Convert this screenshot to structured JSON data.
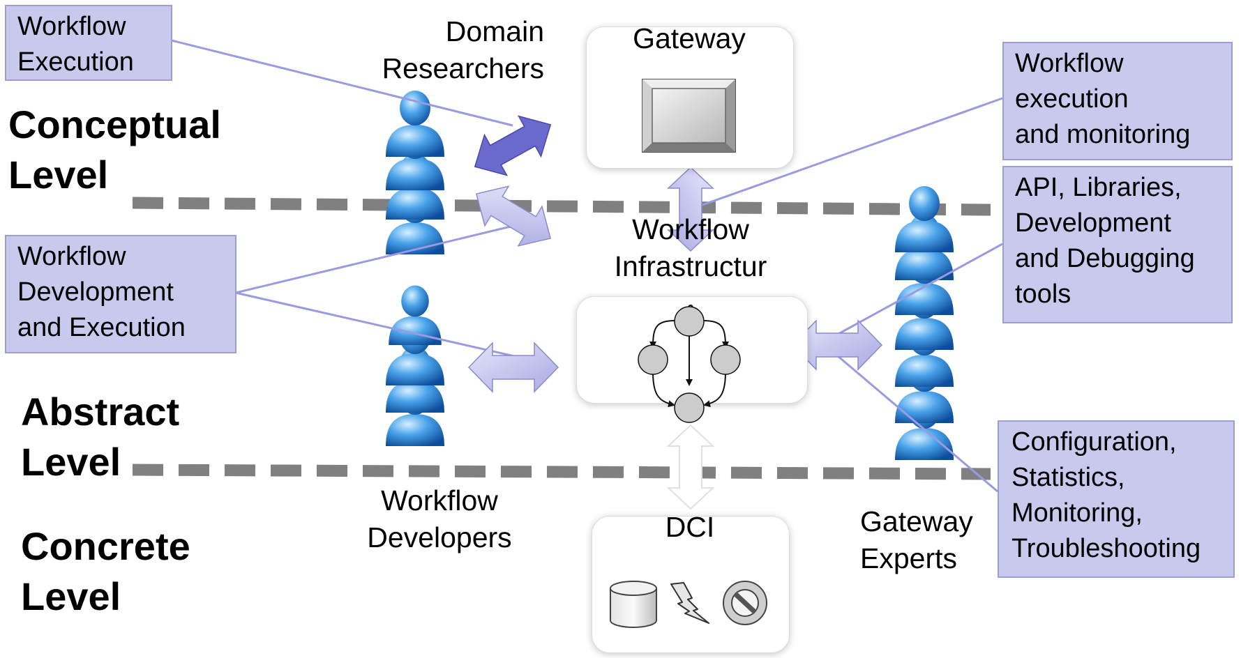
{
  "levels": {
    "conceptual": [
      "Conceptual",
      "Level"
    ],
    "abstract": [
      "Abstract",
      "Level"
    ],
    "concrete": [
      "Concrete",
      "Level"
    ]
  },
  "roles": {
    "domain_researchers": [
      "Domain",
      "Researchers"
    ],
    "workflow_developers": [
      "Workflow",
      "Developers"
    ],
    "gateway_experts": [
      "Gateway",
      "Experts"
    ]
  },
  "boxes": {
    "gateway": "Gateway",
    "infrastructure": [
      "Workflow",
      "Infrastructur"
    ],
    "dci": "DCI"
  },
  "callouts": {
    "workflow_execution": [
      "Workflow",
      "Execution"
    ],
    "workflow_dev_exec": [
      "Workflow",
      "Development",
      "and Execution"
    ],
    "execution_monitoring": [
      "Workflow",
      "execution",
      "and monitoring"
    ],
    "api_tools": [
      "API, Libraries,",
      "Development",
      "and Debugging",
      "tools"
    ],
    "config_stats": [
      "Configuration,",
      "Statistics,",
      "Monitoring,",
      "Troubleshooting"
    ]
  },
  "icons": [
    "person-icon",
    "monitor-icon",
    "workflow-graph-icon",
    "database-icon",
    "lightning-icon",
    "prohibited-icon",
    "double-arrow-icon"
  ],
  "colors": {
    "callout_fill": "#c9c9ed",
    "callout_border": "#9c9cd6",
    "arrow_strong": "#6a6acc",
    "arrow_light": "#c5c5ee",
    "dashed_line": "#808080",
    "person_blue": "#2f7fd6"
  }
}
